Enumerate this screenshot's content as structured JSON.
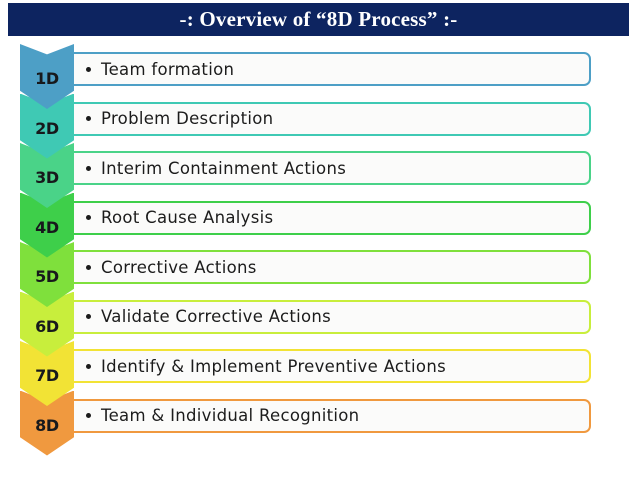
{
  "slide": {
    "title": "-: Overview of “8D Process” :-",
    "title_bar_color": "#0d2460",
    "title_text_color": "#ffffff",
    "background": "#ffffff"
  },
  "steps": [
    {
      "badge": "1D",
      "text": "Team  formation",
      "color": "#4d9fc6",
      "border": "#4d9fc6"
    },
    {
      "badge": "2D",
      "text": "Problem  Description",
      "color": "#3fc9b4",
      "border": "#3fc9b4"
    },
    {
      "badge": "3D",
      "text": "Interim  Containment  Actions",
      "color": "#4ad388",
      "border": "#4ad388"
    },
    {
      "badge": "4D",
      "text": "Root  Cause  Analysis",
      "color": "#3ecf4a",
      "border": "#3ecf4a"
    },
    {
      "badge": "5D",
      "text": "Corrective  Actions",
      "color": "#7fe03c",
      "border": "#7fe03c"
    },
    {
      "badge": "6D",
      "text": "Validate  Corrective  Actions",
      "color": "#c8ee3c",
      "border": "#c8ee3c"
    },
    {
      "badge": "7D",
      "text": "Identify  &  Implement  Preventive  Actions",
      "color": "#f2e335",
      "border": "#f2e335"
    },
    {
      "badge": "8D",
      "text": "Team  &  Individual  Recognition",
      "color": "#f0993f",
      "border": "#f0993f"
    }
  ]
}
